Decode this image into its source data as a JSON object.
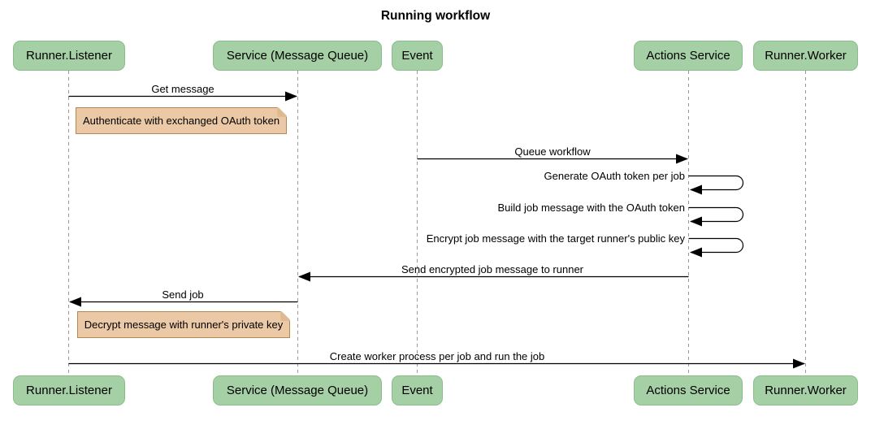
{
  "title": "Running workflow",
  "colors": {
    "actor_fill": "#A5CFA5",
    "actor_border": "#8BBD8B",
    "note_fill": "#EBC9A6",
    "note_border": "#B4894E",
    "note_fold": "#DFBA90",
    "lifeline_color": "#999999",
    "line_color": "#000000",
    "text_color": "#000000",
    "bg": "#FFFFFF"
  },
  "actors": [
    {
      "label": "Runner.Listener"
    },
    {
      "label": "Service (Message Queue)"
    },
    {
      "label": "Event"
    },
    {
      "label": "Actions Service"
    },
    {
      "label": "Runner.Worker"
    }
  ],
  "messages": [
    {
      "from": "Runner.Listener",
      "to": "Service (Message Queue)",
      "label": "Get message",
      "type": "solid-arrow"
    },
    {
      "from": "Event",
      "to": "Actions Service",
      "label": "Queue workflow",
      "type": "solid-arrow"
    },
    {
      "from": "Actions Service",
      "to": "Actions Service",
      "label": "Generate OAuth token per job",
      "type": "self-loop"
    },
    {
      "from": "Actions Service",
      "to": "Actions Service",
      "label": "Build job message with the OAuth token",
      "type": "self-loop"
    },
    {
      "from": "Actions Service",
      "to": "Actions Service",
      "label": "Encrypt job message with the target runner's public key",
      "type": "self-loop"
    },
    {
      "from": "Actions Service",
      "to": "Service (Message Queue)",
      "label": "Send encrypted job message to runner",
      "type": "solid-arrow"
    },
    {
      "from": "Service (Message Queue)",
      "to": "Runner.Listener",
      "label": "Send job",
      "type": "solid-arrow"
    },
    {
      "from": "Runner.Listener",
      "to": "Runner.Worker",
      "label": "Create worker process per job and run the job",
      "type": "solid-arrow"
    }
  ],
  "notes": [
    {
      "position": "right of Runner.Listener",
      "label": "Authenticate with exchanged OAuth token"
    },
    {
      "position": "right of Runner.Listener",
      "label": "Decrypt message with runner's private key"
    }
  ]
}
